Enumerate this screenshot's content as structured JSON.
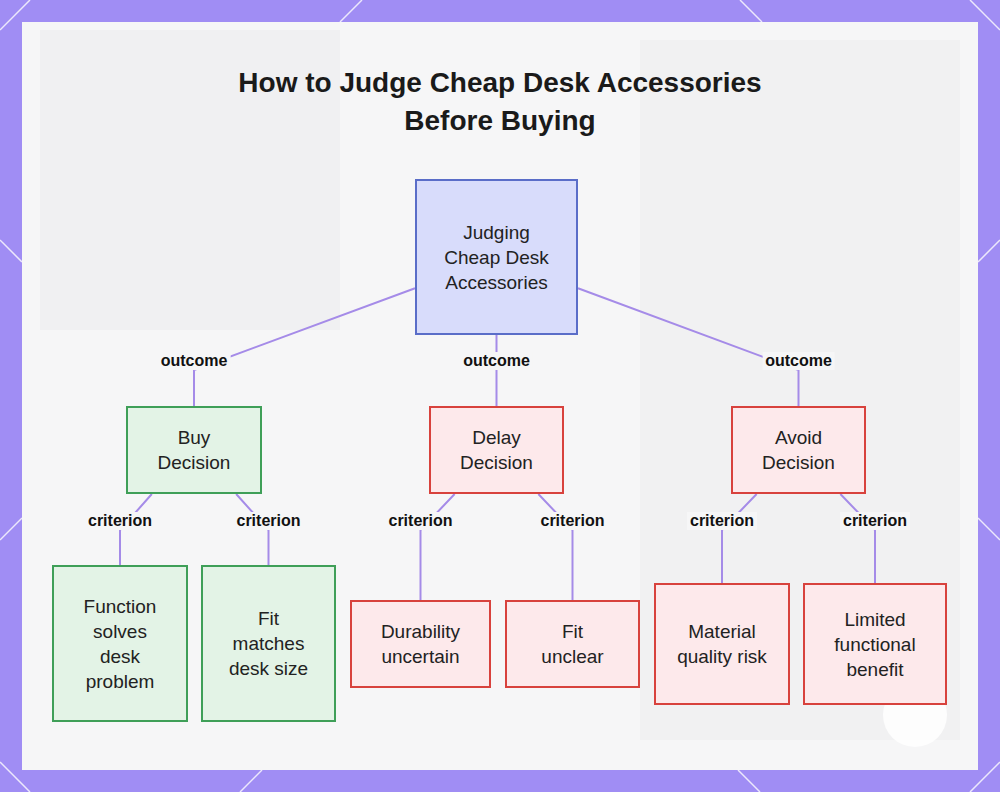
{
  "diagram": {
    "title": "How to Judge Cheap Desk Accessories Before Buying",
    "nodes": [
      {
        "text": [
          "Judging Cheap Desk Accessories"
        ]
      },
      {
        "text": [
          "Buy Decision"
        ]
      },
      {
        "text": [
          "Delay Decision"
        ]
      },
      {
        "text": [
          "Avoid Decision"
        ]
      },
      {
        "text": [
          "Function solves desk problem"
        ]
      },
      {
        "text": [
          "Fit matches desk size"
        ]
      },
      {
        "text": [
          "Durability uncertain"
        ]
      },
      {
        "text": [
          "Fit unclear"
        ]
      },
      {
        "text": [
          "Material quality risk"
        ]
      },
      {
        "text": [
          "Limited functional benefit"
        ]
      }
    ],
    "edges": [
      {
        "from": 0,
        "to": 1,
        "label": "outcome",
        "arrow": "none"
      },
      {
        "from": 0,
        "to": 2,
        "label": "outcome",
        "arrow": "none"
      },
      {
        "from": 0,
        "to": 3,
        "label": "outcome",
        "arrow": "none"
      },
      {
        "from": 1,
        "to": 4,
        "label": "criterion",
        "arrow": "none"
      },
      {
        "from": 1,
        "to": 5,
        "label": "criterion",
        "arrow": "none"
      },
      {
        "from": 2,
        "to": 6,
        "label": "criterion",
        "arrow": "none"
      },
      {
        "from": 2,
        "to": 7,
        "label": "criterion",
        "arrow": "none"
      },
      {
        "from": 3,
        "to": 8,
        "label": "criterion",
        "arrow": "none"
      },
      {
        "from": 3,
        "to": 9,
        "label": "criterion",
        "arrow": "none"
      }
    ]
  }
}
